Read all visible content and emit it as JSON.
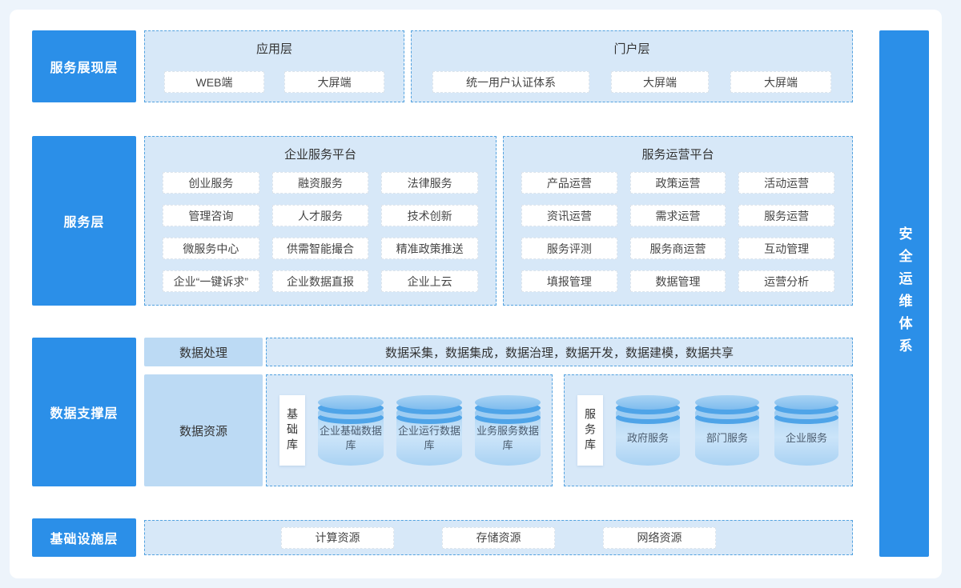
{
  "colors": {
    "page-bg": "#EDF4FB",
    "card-bg": "#FFFFFF",
    "primary-blue": "#2B8FE8",
    "panel-bg": "#D7E8F8",
    "panel-border": "#53A2DF",
    "solid-panel-bg": "#BCDAF4",
    "item-bg": "#FFFFFF",
    "cyl-dark": "#4FA4E8",
    "cyl-light": "#AFD7F5",
    "text-dark": "#3F4A58",
    "text-white": "#FFFFFF"
  },
  "sidebar": {
    "label": "安全运维体系"
  },
  "presentation_layer": {
    "label": "服务展现层",
    "application": {
      "title": "应用层",
      "items": [
        "WEB端",
        "大屏端"
      ]
    },
    "portal": {
      "title": "门户层",
      "items": [
        "统一用户认证体系",
        "大屏端",
        "大屏端"
      ]
    }
  },
  "service_layer": {
    "label": "服务层",
    "enterprise_platform": {
      "title": "企业服务平台",
      "items": [
        "创业服务",
        "融资服务",
        "法律服务",
        "管理咨询",
        "人才服务",
        "技术创新",
        "微服务中心",
        "供需智能撮合",
        "精准政策推送",
        "企业“一键诉求”",
        "企业数据直报",
        "企业上云"
      ]
    },
    "operation_platform": {
      "title": "服务运营平台",
      "items": [
        "产品运营",
        "政策运营",
        "活动运营",
        "资讯运营",
        "需求运营",
        "服务运营",
        "服务评测",
        "服务商运营",
        "互动管理",
        "填报管理",
        "数据管理",
        "运营分析"
      ]
    }
  },
  "data_layer": {
    "label": "数据支撑层",
    "processing": {
      "label": "数据处理",
      "pipeline": "数据采集，数据集成，数据治理，数据开发，数据建模，数据共享"
    },
    "resources": {
      "label": "数据资源",
      "base_library": {
        "label": "基础库",
        "databases": [
          "企业基础数据库",
          "企业运行数据库",
          "业务服务数据库"
        ]
      },
      "service_library": {
        "label": "服务库",
        "databases": [
          "政府服务",
          "部门服务",
          "企业服务"
        ]
      }
    }
  },
  "infrastructure_layer": {
    "label": "基础设施层",
    "items": [
      "计算资源",
      "存储资源",
      "网络资源"
    ]
  }
}
